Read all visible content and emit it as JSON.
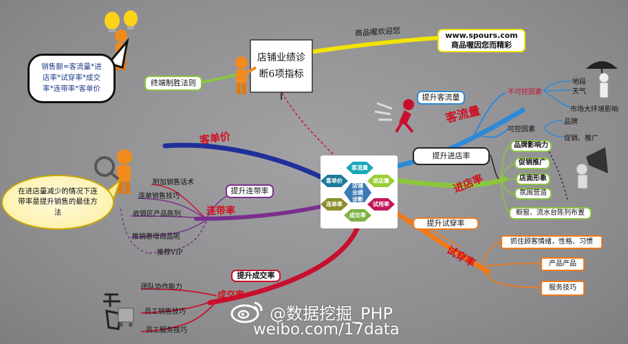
{
  "center": {
    "hexes": [
      "客单价",
      "客流量",
      "进店量",
      "试用率",
      "成交率",
      "连单率"
    ],
    "middle": [
      "店铺",
      "业绩",
      "诊断"
    ]
  },
  "title_board": [
    "店铺业绩诊",
    "断6项指标"
  ],
  "top": {
    "slogan_branch": "商品喔欢迎您",
    "site_line1": "www.spours.com",
    "site_line2": "商品喔因您而精彩",
    "rule_label": "终端制胜法则",
    "formula": [
      "销售额=客流量*进",
      "店率*试穿率*成交",
      "率*连带率*客单价"
    ]
  },
  "branches": {
    "kedanjia": {
      "title": "客单价"
    },
    "keliuliang": {
      "title": "客流量",
      "box": "提升客流量",
      "uncontrollable": "不可控因素",
      "uncontrollable_items": [
        "地段",
        "天气",
        "市场大环境影响"
      ],
      "controllable": "可控因素",
      "controllable_items": [
        "品牌",
        "促销、推广"
      ]
    },
    "jindian": {
      "title": "进店率",
      "box": "提升进店率",
      "items": [
        "品牌影响力",
        "促销推广",
        "店面形象",
        "氛围营造",
        "橱窗、流水台陈列布置"
      ]
    },
    "shichuan": {
      "title": "试穿率",
      "box": "提升试穿率",
      "items": [
        "抓住顾客情绪，性格、习惯",
        "产品产品",
        "服务技巧"
      ]
    },
    "chengjiao": {
      "title": "成交率",
      "box": "提升成交率",
      "items": [
        "团队协作能力",
        "员工销售技巧",
        "员工服务技巧"
      ]
    },
    "liandai": {
      "title": "连带率",
      "box": "提升连带率",
      "items": [
        "附加销售话术",
        "连单销售技巧",
        "收银区产品陈列",
        "推销惠增商品呢",
        "推荐VIP"
      ],
      "note": [
        "在进店量减少的情况下连",
        "带率是提升销售的最佳方",
        "法"
      ]
    }
  },
  "watermark": {
    "handle": "@数据挖掘_PHP",
    "url": "weibo.com/17data"
  }
}
